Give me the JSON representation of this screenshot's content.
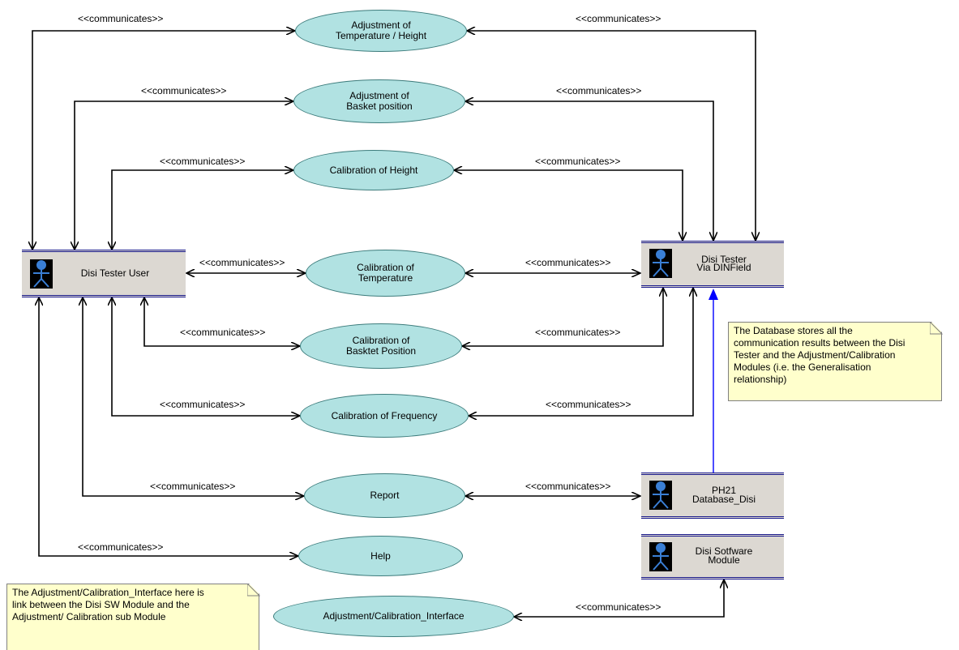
{
  "actors": {
    "disi_tester_user": "Disi Tester User",
    "disi_tester_dinfield_line1": "Disi Tester",
    "disi_tester_dinfield_line2": "Via DINField",
    "ph21_line1": "PH21",
    "ph21_line2": "Database_Disi",
    "software_line1": "Disi Sotfware",
    "software_line2": "Module"
  },
  "use_cases": {
    "adj_temp_line1": "Adjustment of",
    "adj_temp_line2": "Temperature / Height",
    "adj_basket_line1": "Adjustment of",
    "adj_basket_line2": "Basket position",
    "cal_height": "Calibration of Height",
    "cal_temp_line1": "Calibration of",
    "cal_temp_line2": "Temperature",
    "cal_basket_line1": "Calibration of",
    "cal_basket_line2": "Basktet Position",
    "cal_freq": "Calibration of Frequency",
    "report": "Report",
    "help": "Help",
    "interface": "Adjustment/Calibration_Interface"
  },
  "relation_label": "<<communicates>>",
  "notes": {
    "database_note": "The Database stores all the\ncommunication results between the  Disi\nTester and the Adjustment/Calibration\nModules (i.e. the Generalisation\nrelationship)",
    "interface_note": "The Adjustment/Calibration_Interface here is\nlink between the Disi SW Module and the\nAdjustment/ Calibration sub Module"
  },
  "colors": {
    "usecase_fill": "#b1e2e2",
    "actor_fill": "#dcd8d2",
    "note_fill": "#ffffcc",
    "generalisation_line": "#0000ff"
  }
}
